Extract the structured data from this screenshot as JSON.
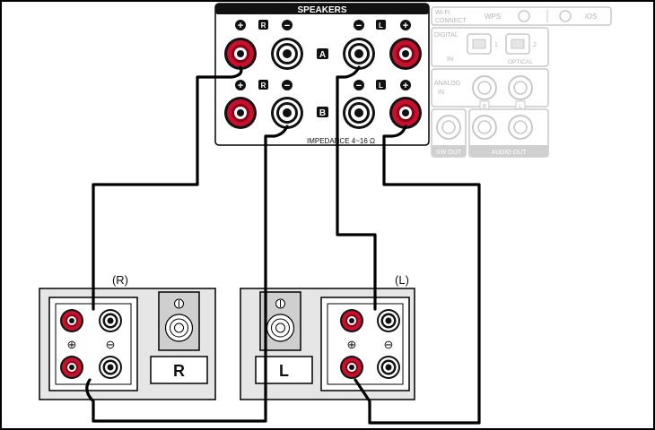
{
  "panel": {
    "title": "SPEAKERS",
    "row_a": "A",
    "row_b": "B",
    "ch_r": "R",
    "ch_l": "L",
    "impedance": "IMPEDANCE 4~16 Ω"
  },
  "faded_panel": {
    "wifi_connect": [
      "Wi-Fi",
      "CONNECT"
    ],
    "wps": "WPS",
    "ios": "iOS",
    "digital_in": [
      "DIGITAL",
      "IN"
    ],
    "optical_1": "1",
    "optical_2": "2",
    "optical": "OPTICAL",
    "analog_in": [
      "ANALOG",
      "IN"
    ],
    "analog_r": "R",
    "analog_l": "L",
    "sw_out": "SW OUT",
    "audio_out": "AUDIO OUT"
  },
  "speakers": {
    "right_caption": "(R)",
    "left_caption": "(L)",
    "right_label": "R",
    "left_label": "L",
    "plus": "⊕",
    "minus": "⊖"
  },
  "colors": {
    "frame": "#000000",
    "terminal_red": "#c8102e",
    "wire": "#000000",
    "faded": "#c8c8c8",
    "speaker_body": "#d9d9d9"
  }
}
